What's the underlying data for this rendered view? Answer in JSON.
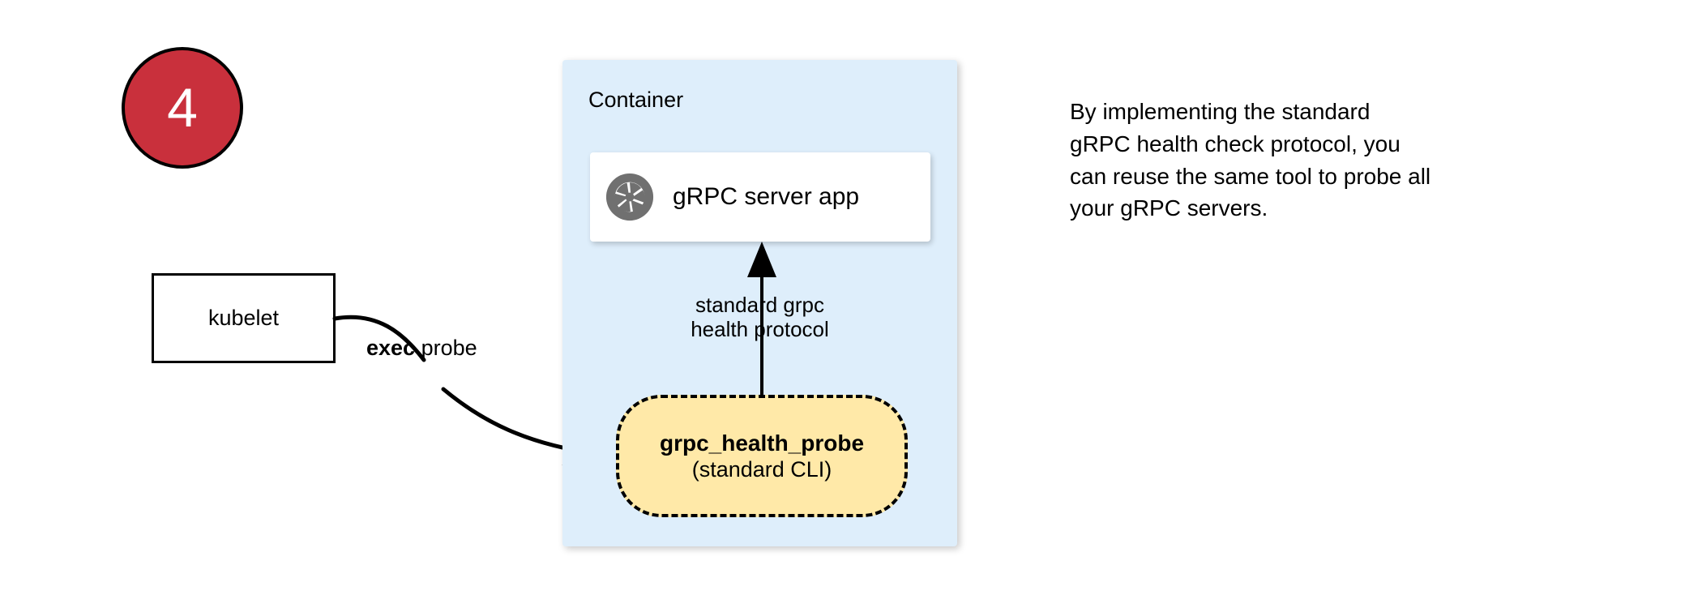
{
  "step": {
    "number": "4"
  },
  "kubelet": {
    "label": "kubelet"
  },
  "exec_probe": {
    "keyword": "exec",
    "rest": " probe"
  },
  "container": {
    "title": "Container",
    "fill_color": "#DEEEFB"
  },
  "server_app": {
    "icon": "shutter-icon",
    "label": "gRPC server app",
    "icon_color": "#707070"
  },
  "protocol": {
    "line1": "standard grpc",
    "line2": "health protocol"
  },
  "probe_tool": {
    "title": "grpc_health_probe",
    "subtitle": "(standard CLI)",
    "fill_color": "#FFE9A8"
  },
  "caption": {
    "line1": "By implementing the standard",
    "line2": "gRPC health check protocol, you",
    "line3": "can reuse the same tool to probe all",
    "line4": "your gRPC servers."
  },
  "colors": {
    "badge_red": "#C9303C",
    "container_blue": "#DEEEFB",
    "probe_yellow": "#FFE9A8",
    "stroke_black": "#000000"
  }
}
